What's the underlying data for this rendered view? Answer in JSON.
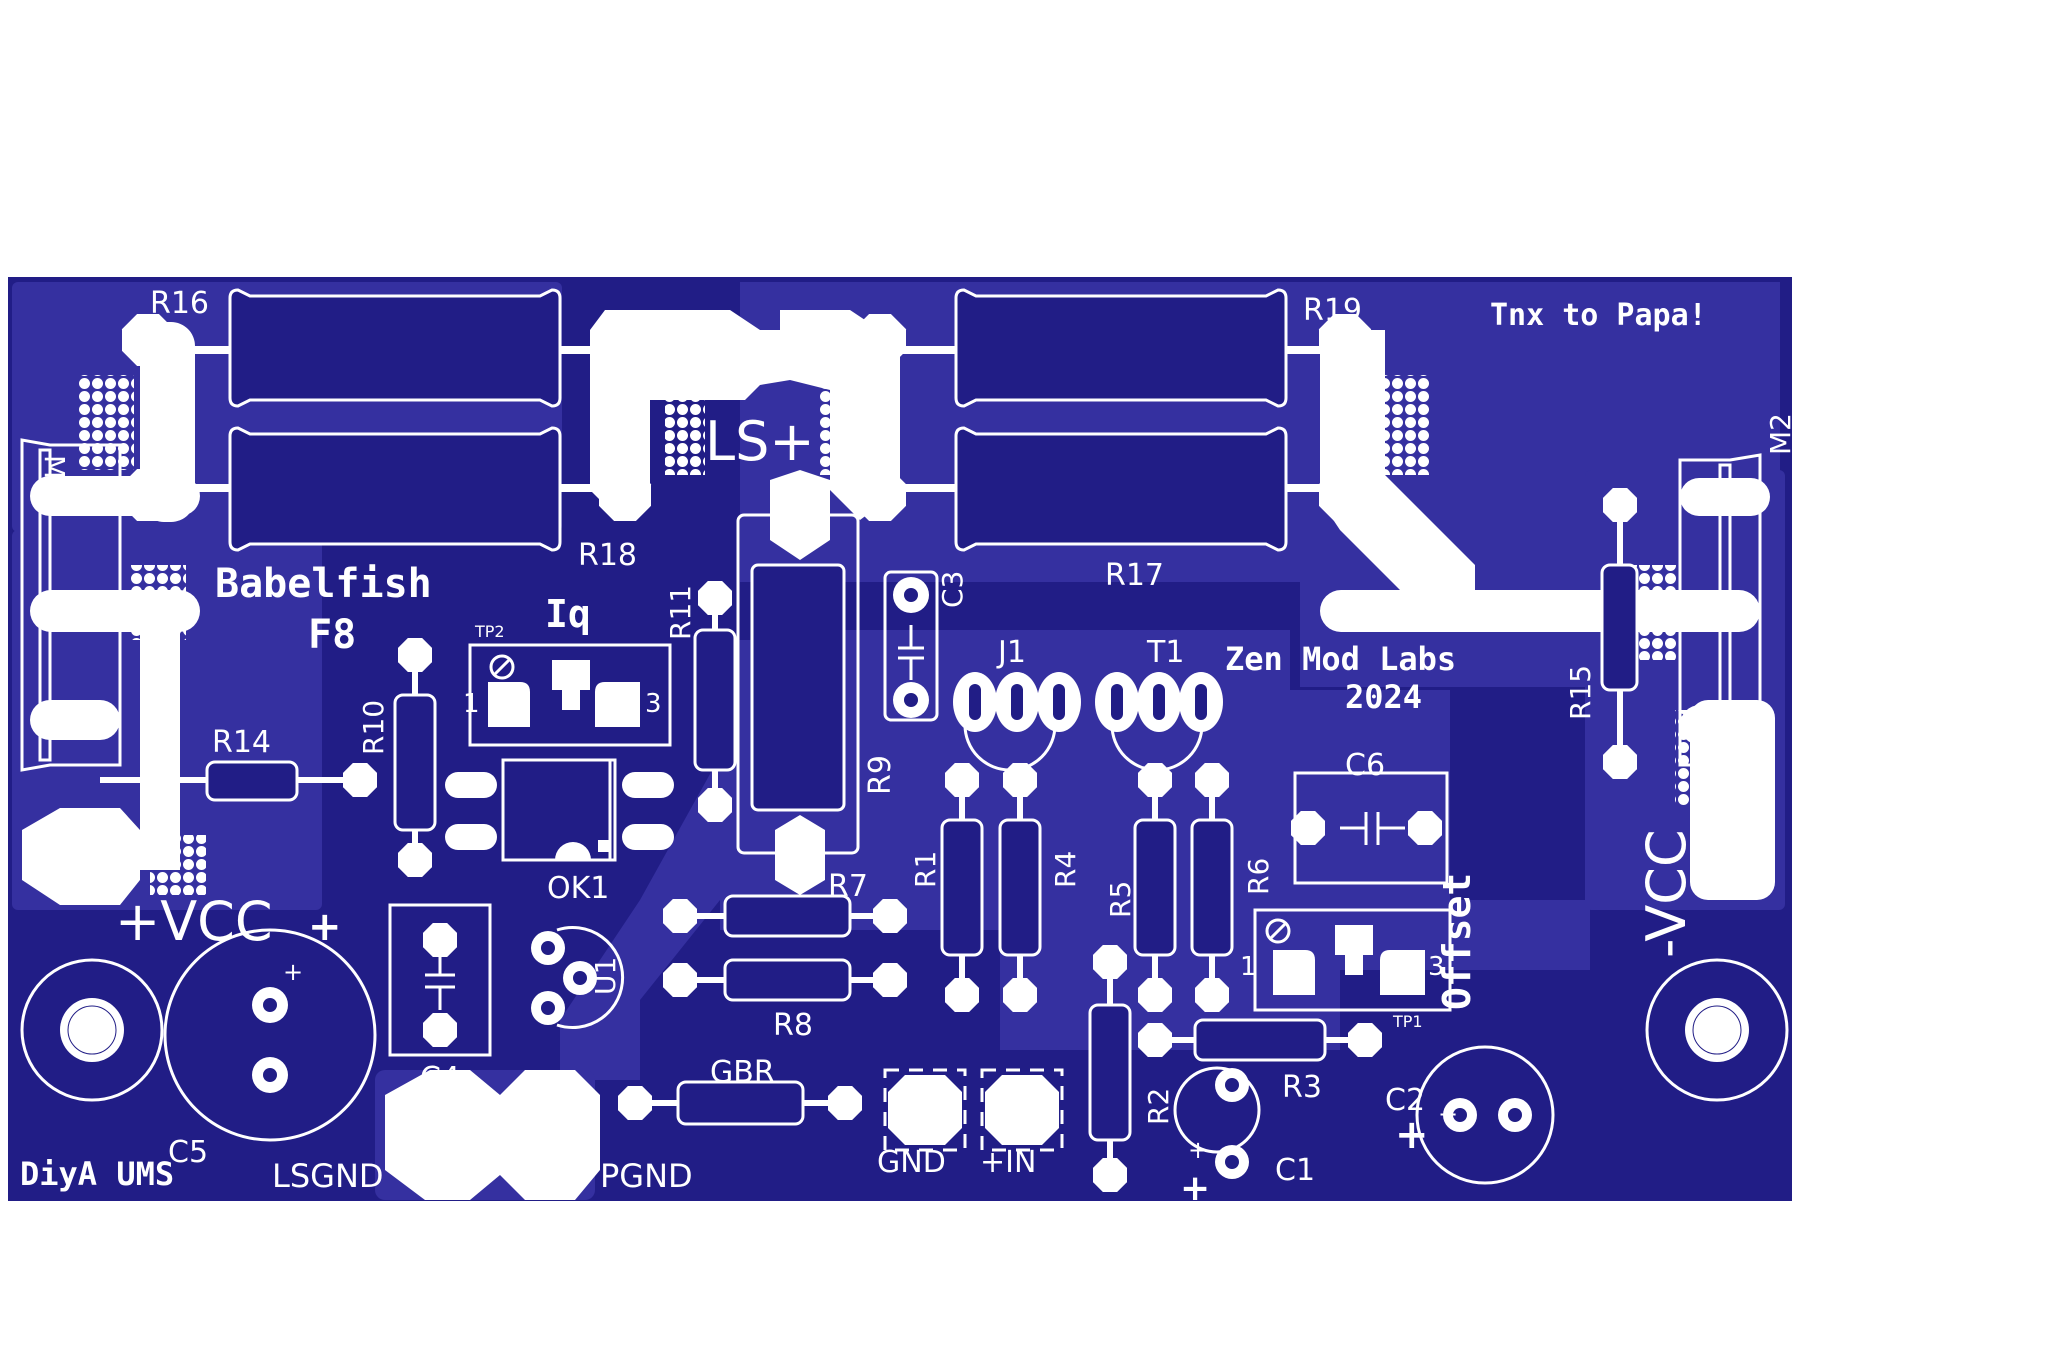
{
  "board": {
    "colors": {
      "board": "#211d86",
      "copper": "#3530a0",
      "pad": "#ffffff",
      "silk": "#ffffff",
      "background": "#ffffff"
    },
    "texts": {
      "title": "Babelfish",
      "model": "F8",
      "credit": "Tnx to Papa!",
      "maker": "Zen Mod Labs",
      "year": "2024",
      "origin": "DiyA UMS",
      "iq": "Iq",
      "offset": "Offset"
    },
    "connectors": {
      "ls_plus": "LS+",
      "plus_vcc": "+VCC",
      "minus_vcc": "-VCC",
      "lsgnd": "LSGND",
      "pgnd": "PGND",
      "gnd": "GND",
      "plus_in": "+IN"
    },
    "designators": {
      "r1": "R1",
      "r2": "R2",
      "r3": "R3",
      "r4": "R4",
      "r5": "R5",
      "r6": "R6",
      "r7": "R7",
      "r8": "R8",
      "r9": "R9",
      "r10": "R10",
      "r11": "R11",
      "r14": "R14",
      "r15": "R15",
      "r16": "R16",
      "r17": "R17",
      "r18": "R18",
      "r19": "R19",
      "c1": "C1",
      "c2": "C2",
      "c3": "C3",
      "c4": "C4",
      "c5": "C5",
      "c6": "C6",
      "j1": "J1",
      "t1": "T1",
      "u1": "U1",
      "ok1": "OK1",
      "gbr": "GBR",
      "m1": "M1",
      "m2": "M2",
      "tp1": "TP1",
      "tp2": "TP2"
    },
    "pin_marks": {
      "one": "1",
      "three": "3",
      "plus": "+"
    }
  }
}
